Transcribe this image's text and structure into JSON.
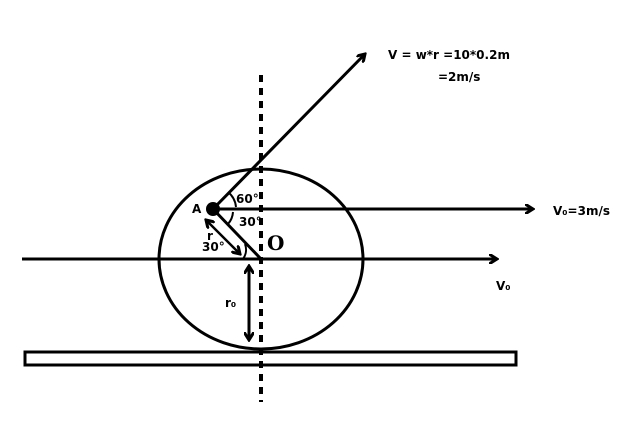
{
  "labels": {
    "velocity_formula": "V = w*r =10*0.2m",
    "velocity_result": "=2m/s",
    "v0_top": "V₀=3m/s",
    "v0_center": "V₀",
    "angle_60": "60°",
    "angle_30_upper": "30°",
    "angle_30_lower": "30°",
    "point_a": "A",
    "radius_r": "r",
    "center_o": "O",
    "radius_r0": "r₀"
  }
}
